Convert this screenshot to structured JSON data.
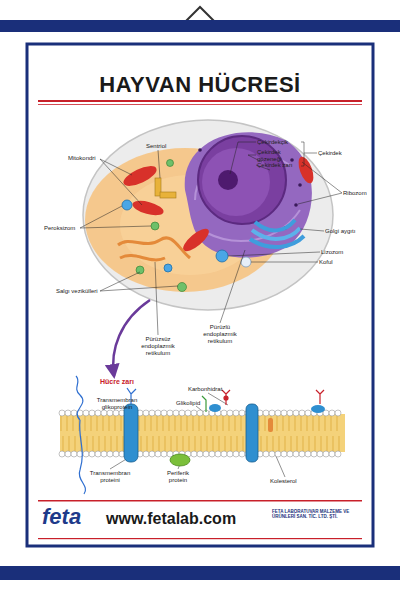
{
  "diagram": {
    "title": "HAYVAN HÜCRESİ",
    "labels": [
      "Çekirdekçik",
      "Çekirdek gözeneği",
      "Çekirdek zarı",
      "Çekirdek",
      "Ribozom",
      "Golgi aygıtı",
      "Lizozom",
      "Koful",
      "Pürüzlü endoplazmik retikulum",
      "Pürüzsüz endoplazmik retikulum",
      "Salgı vezikülleri",
      "Peroksizom",
      "Mitokondri",
      "Sentriol",
      "Hücre zarı",
      "Karbonhidrat",
      "Glikolipid",
      "Transmembran glikoprotein",
      "Transmembran proteini",
      "Periferik protein",
      "Kolesterol",
      "www.fetalab.com",
      "feta",
      "FETA LABORATUVAR MALZEME VE ÜRÜNLERİ SAN. TİC. LTD. ŞTİ."
    ]
  }
}
